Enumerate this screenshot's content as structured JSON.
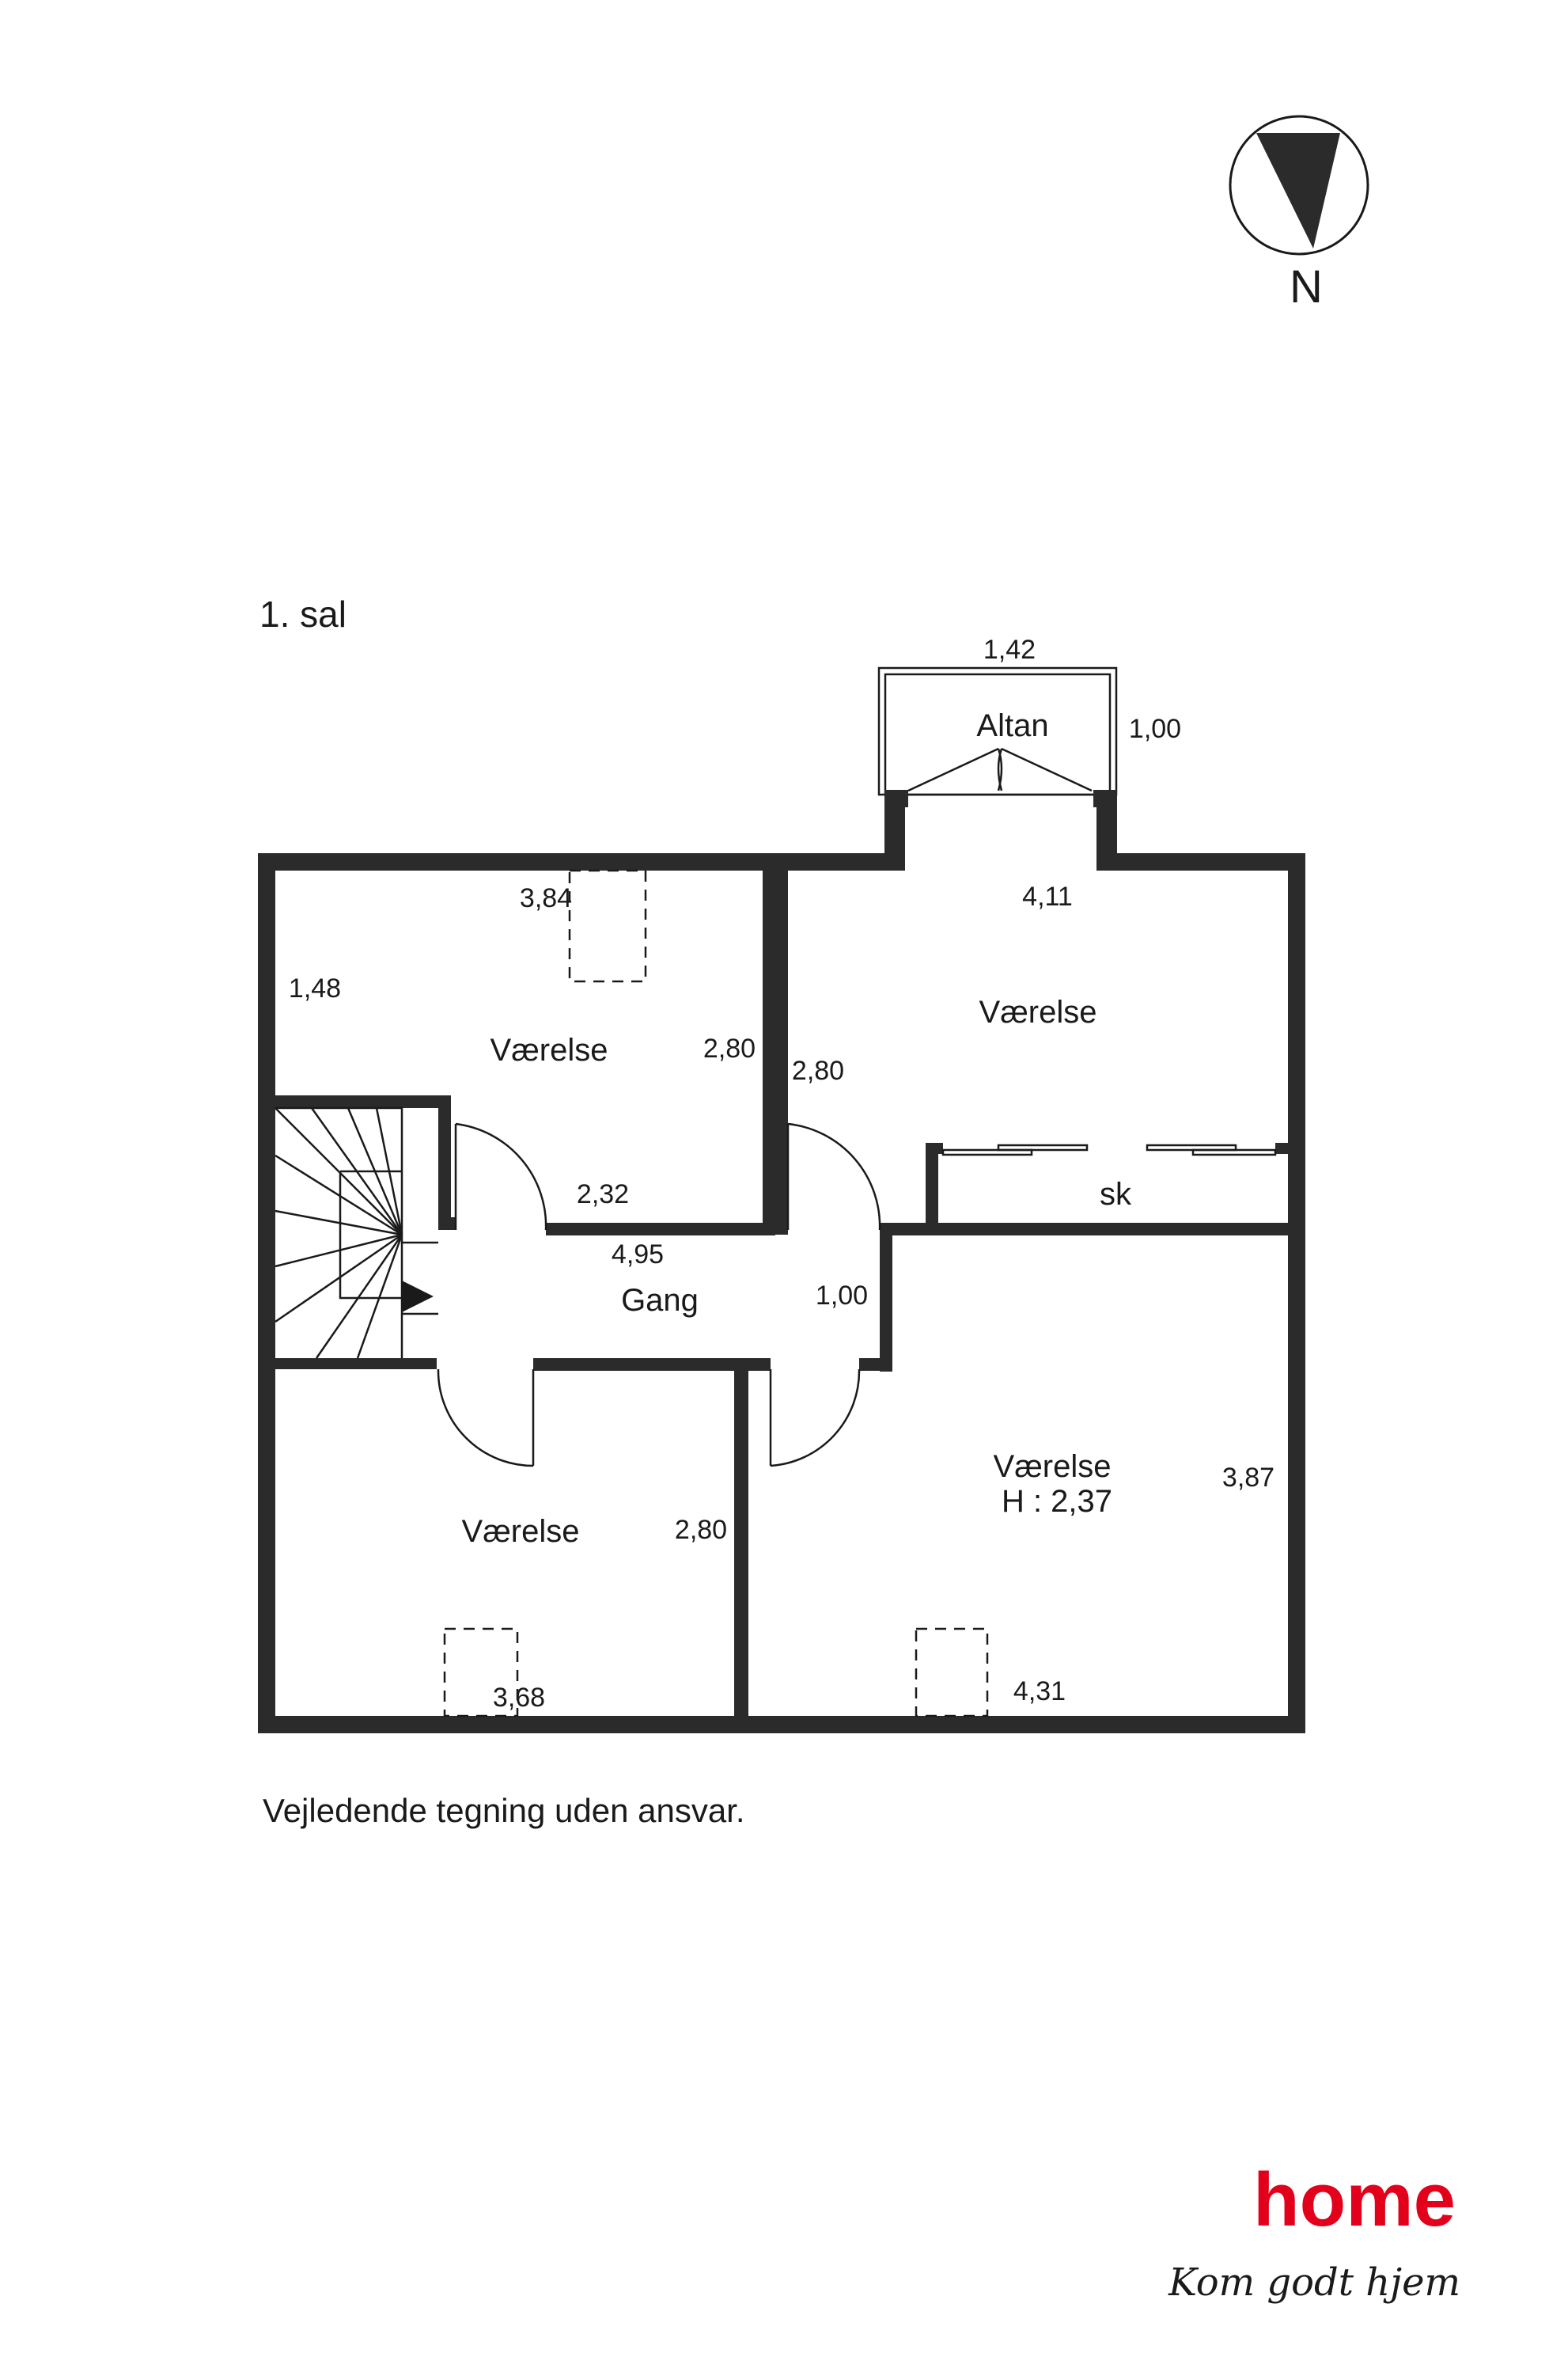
{
  "compass": {
    "label": "N"
  },
  "plan": {
    "floor_title": "1. sal",
    "disclaimer": "Vejledende tegning uden ansvar.",
    "rooms": {
      "altan": "Altan",
      "room_nw": "Værelse",
      "room_ne": "Værelse",
      "closet": "sk",
      "hall": "Gang",
      "room_sw": "Værelse",
      "room_se": "Værelse",
      "room_se_height": "H : 2,37"
    },
    "dimensions": {
      "altan_width": "1,42",
      "altan_depth": "1,00",
      "nw_width": "3,84",
      "nw_depth": "1,48",
      "nw_height": "2,80",
      "nw_bottom": "2,32",
      "ne_width": "4,11",
      "ne_height": "2,80",
      "hall_length": "4,95",
      "hall_width": "1,00",
      "sw_height": "2,80",
      "sw_width": "3,68",
      "se_depth": "3,87",
      "se_width": "4,31"
    }
  },
  "logo": {
    "brand": "home",
    "tagline": "Kom godt hjem",
    "color": "#e2001a"
  }
}
